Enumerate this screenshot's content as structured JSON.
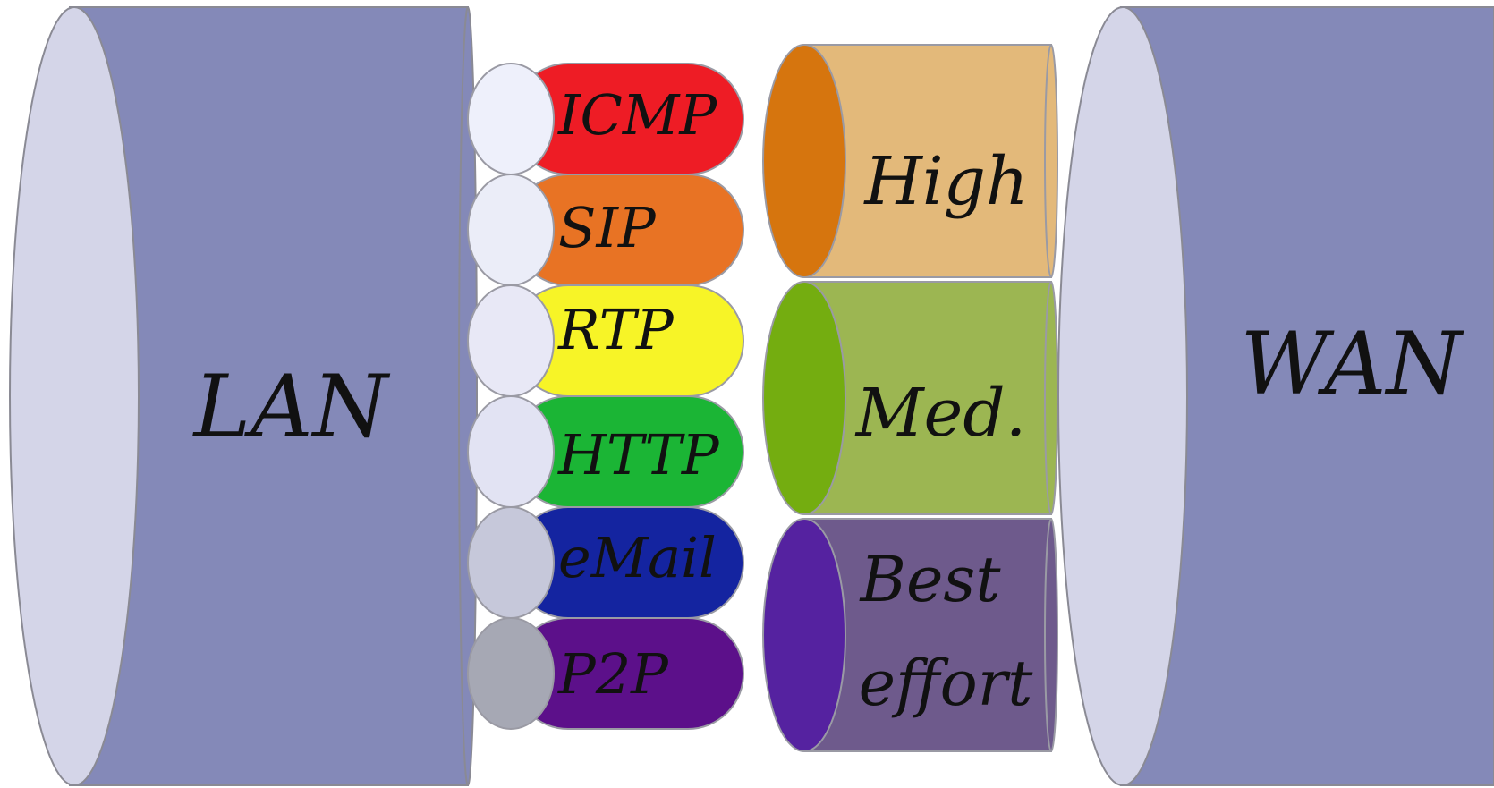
{
  "diagram": {
    "lan": {
      "label": "LAN",
      "body_color": "#8489B8",
      "end_color": "#D4D5E8"
    },
    "wan": {
      "label": "WAN",
      "body_color": "#8489B8",
      "end_color": "#D4D5E8"
    },
    "protocols": [
      {
        "label": "ICMP",
        "body_color": "#EE1C25",
        "end_color": "#EEF0FB",
        "text_color": "#111111"
      },
      {
        "label": "SIP",
        "body_color": "#E87324",
        "end_color": "#EBEDF8",
        "text_color": "#111111"
      },
      {
        "label": "RTP",
        "body_color": "#F7F427",
        "end_color": "#E8E8F6",
        "text_color": "#111111"
      },
      {
        "label": "HTTP",
        "body_color": "#1BB535",
        "end_color": "#E2E3F3",
        "text_color": "#111111"
      },
      {
        "label": "eMail",
        "body_color": "#1424A0",
        "end_color": "#C6C8DA",
        "text_color": "#B8BCD6"
      },
      {
        "label": "P2P",
        "body_color": "#5C108A",
        "end_color": "#A6A8B4",
        "text_color": "#111111"
      }
    ],
    "priorities": [
      {
        "lines": [
          "High"
        ],
        "body_color": "#E3B97A",
        "end_color": "#D6750E"
      },
      {
        "lines": [
          "Med."
        ],
        "body_color": "#9CB652",
        "end_color": "#74AD10"
      },
      {
        "lines": [
          "Best",
          "effort"
        ],
        "body_color": "#6E5A8C",
        "end_color": "#5522A0"
      }
    ]
  }
}
